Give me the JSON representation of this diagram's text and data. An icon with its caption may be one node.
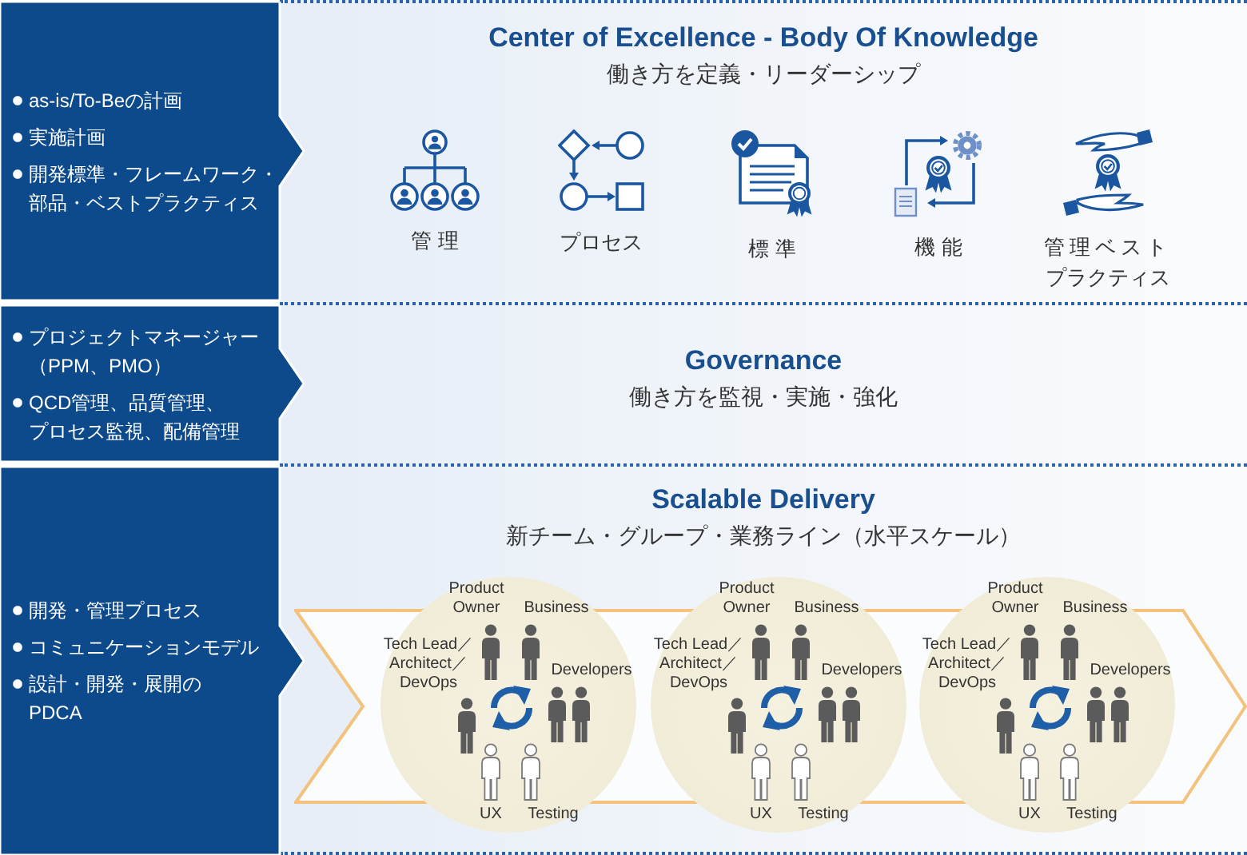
{
  "diagram": {
    "nodes": [
      {
        "text": [
          "as-is/To-Beの計画",
          "実施計画",
          "開発標準・フレームワーク・部品・ベストプラクティス"
        ]
      },
      {
        "text": [
          "Center of Excellence - Body Of Knowledge",
          "働き方を定義・リーダーシップ"
        ]
      },
      {
        "text": [],
        "shape": "picture",
        "in": 1,
        "beside": [
          "管 理"
        ]
      },
      {
        "text": [],
        "shape": "picture",
        "in": 1,
        "beside": [
          "プロセス"
        ]
      },
      {
        "text": [],
        "shape": "picture",
        "in": 1,
        "beside": [
          "標 準"
        ]
      },
      {
        "text": [],
        "shape": "picture",
        "in": 1,
        "beside": [
          "機 能"
        ]
      },
      {
        "text": [],
        "shape": "picture",
        "in": 1,
        "beside": [
          "管理ベストプラクティス"
        ]
      },
      {
        "text": [
          "プロジェクトマネージャー（PPM、PMO）",
          "QCD管理、品質管理、プロセス監視、配備管理"
        ]
      },
      {
        "text": [
          "Governance",
          "働き方を監視・実施・強化"
        ]
      },
      {
        "text": [
          "開発・管理プロセス",
          "コミュニケーションモデル",
          "設計・開発・展開のPDCA"
        ]
      },
      {
        "text": [
          "Scalable Delivery",
          "新チーム・グループ・業務ライン（水平スケール）"
        ]
      },
      {
        "text": [
          "Product Owner",
          "Business",
          "Tech Lead／ Architect／ DevOps",
          "Developers",
          "UX",
          "Testing"
        ],
        "in": 10
      },
      {
        "text": [
          "Product Owner",
          "Business",
          "Tech Lead／ Architect／ DevOps",
          "Developers",
          "UX",
          "Testing"
        ],
        "in": 10
      },
      {
        "text": [
          "Product Owner",
          "Business",
          "Tech Lead／ Architect／ DevOps",
          "Developers",
          "UX",
          "Testing"
        ],
        "in": 10
      }
    ]
  }
}
